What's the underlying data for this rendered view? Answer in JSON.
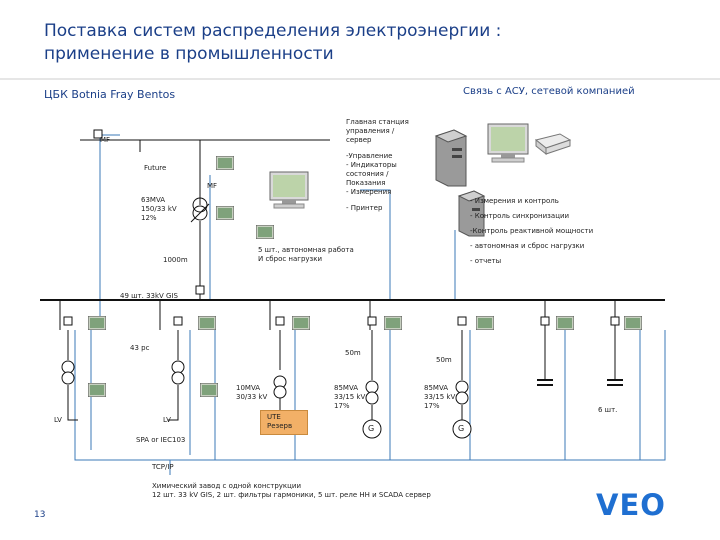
{
  "slide": {
    "title": "Поставка систем распределения электроэнергии :\nприменение в промышленности",
    "subtitle_left": "ЦБК  Botnia Fray Bentos",
    "subtitle_right": "Связь с  АСУ, сетевой компанией",
    "page_number": "13",
    "logo_text": "VEO"
  },
  "diagram": {
    "main_station": "Главная станция\nуправления /\nсервер",
    "station_functions": "-Управление\n- Индикаторы\nсостояния /\nПоказания\n- Измерения",
    "printer_label": "- Принтер",
    "right_functions": [
      "- Измерения и контроль",
      "- Контроль синхронизации",
      "-Контроль реактивной мощности",
      "- автономная и сброс нагрузки",
      "- отчеты"
    ],
    "mf_top": "MF",
    "future": "Future",
    "mf_mid": "MF",
    "transformer_main": "63MVA\n150/33 kV\n12%",
    "cable_main": "1000m",
    "autonomous": "5 шт., автономная работа\nИ сброс нагрузки",
    "gis": "49 шт. 33kV GIS",
    "pc_count": "43 pc",
    "cable_left": "50m",
    "cable_right": "50m",
    "transformer_10": "10MVA\n30/33 kV",
    "ute": "UTE\nРезерв",
    "gen1": "85MVA\n33/15 kV\n17%",
    "gen2": "85MVA\n33/15 kV\n17%",
    "gen_symbol": "G",
    "lv1": "LV",
    "lv2": "LV",
    "spa": "SPA or IEC103",
    "filters": "6 шт.",
    "tcpip": "TCP/IP",
    "footer": "Химический завод с одной конструкции\n12 шт. 33 kV GIS, 2 шт. фильтры гармоники, 5 шт. реле НН и SCADA сервер",
    "colors": {
      "network_line": "#3b79b7",
      "bus_line": "#111111",
      "ute_fill": "#f2b067",
      "accent": "#1b3f88"
    }
  }
}
